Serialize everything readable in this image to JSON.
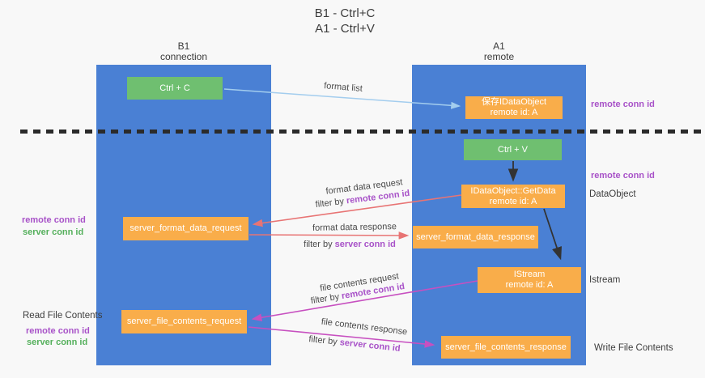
{
  "title": {
    "line1": "B1 - Ctrl+C",
    "line2": "A1 - Ctrl+V"
  },
  "columns": {
    "left": {
      "header1": "B1",
      "header2": "connection"
    },
    "right": {
      "header1": "A1",
      "header2": "remote"
    }
  },
  "nodes": {
    "ctrl_c": {
      "label": "Ctrl + C"
    },
    "ctrl_v": {
      "label": "Ctrl + V"
    },
    "save_idataobject": {
      "line1": "保存IDataObject",
      "line2": "remote id: A"
    },
    "getdata": {
      "line1": "IDataObject::GetData",
      "line2": "remote id: A"
    },
    "istream": {
      "line1": "IStream",
      "line2": "remote id: A"
    },
    "server_format_data_request": {
      "label": "server_format_data_request"
    },
    "server_format_data_response": {
      "label": "server_format_data_response"
    },
    "server_file_contents_request": {
      "label": "server_file_contents_request"
    },
    "server_file_contents_response": {
      "label": "server_file_contents_response"
    }
  },
  "flows": {
    "format_list": {
      "label": "format list"
    },
    "format_data_request": {
      "label": "format data request",
      "filter_prefix": "filter by ",
      "filter_value": "remote conn id"
    },
    "format_data_response": {
      "label": "format data response",
      "filter_prefix": "filter by ",
      "filter_value": "server conn id"
    },
    "file_contents_request": {
      "label": "file contents request",
      "filter_prefix": "filter by ",
      "filter_value": "remote conn id"
    },
    "file_contents_response": {
      "label": "file contents response",
      "filter_prefix": "filter by ",
      "filter_value": "server conn id"
    }
  },
  "side_labels": {
    "right_remote_conn_id_top": "remote conn id",
    "right_remote_conn_id_mid": "remote conn id",
    "dataobject": "DataObject",
    "istream": "Istream",
    "write_file_contents": "Write File Contents",
    "left_remote_conn_id_top": "remote conn id",
    "left_server_conn_id_top": "server conn id",
    "read_file_contents": "Read File Contents",
    "left_remote_conn_id_bottom": "remote conn id",
    "left_server_conn_id_bottom": "server conn id"
  },
  "colors": {
    "background": "#f8f8f8",
    "column_blue": "#4a80d4",
    "node_green": "#6fbf70",
    "node_orange": "#f9ad4a",
    "arrow_light_blue": "#a3cdee",
    "arrow_red": "#e87474",
    "arrow_magenta": "#c750c0",
    "arrow_black": "#333333",
    "text_purple": "#a852c8",
    "text_green": "#55b05c",
    "dashed_line": "#2b2b2b"
  }
}
